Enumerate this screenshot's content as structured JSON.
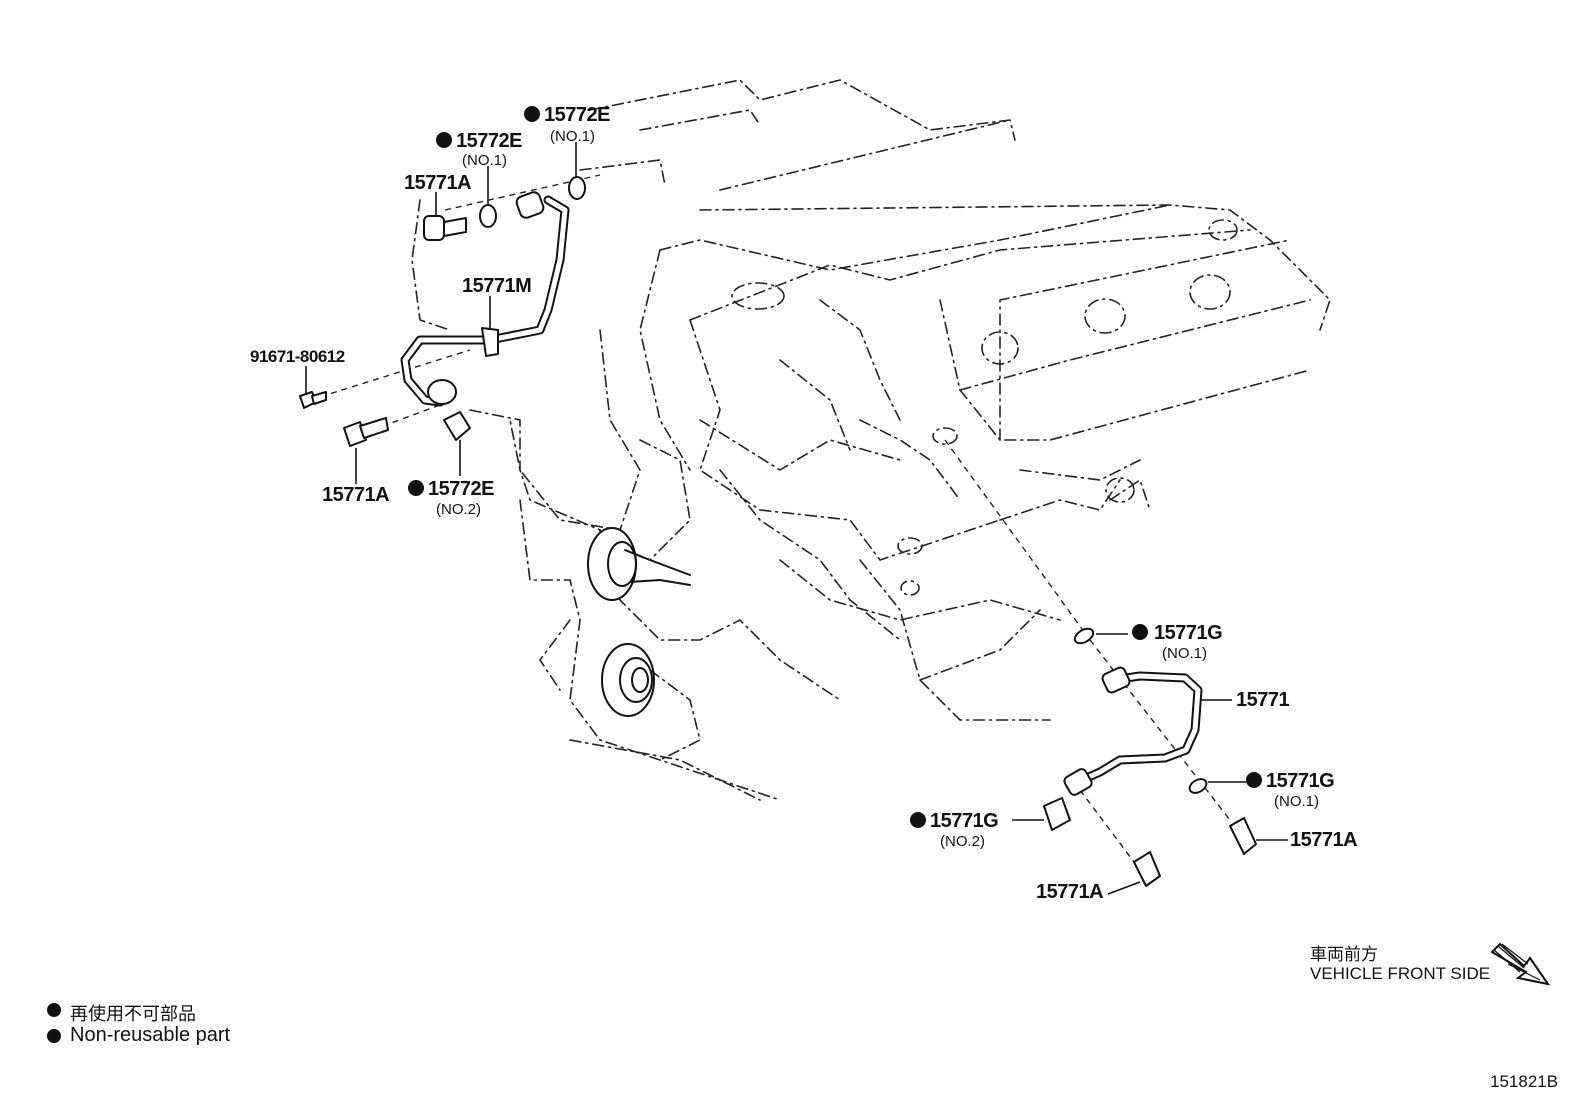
{
  "callouts": {
    "c1": {
      "part": "15772E",
      "sub": "(NO.1)"
    },
    "c2": {
      "part": "15772E",
      "sub": "(NO.1)"
    },
    "c3": {
      "part": "15771A"
    },
    "c4": {
      "part": "15771M"
    },
    "c5": {
      "part": "91671-80612"
    },
    "c6": {
      "part": "15771A"
    },
    "c7": {
      "part": "15772E",
      "sub": "(NO.2)"
    },
    "c8": {
      "part": "15771G",
      "sub": "(NO.1)"
    },
    "c9": {
      "part": "15771"
    },
    "c10": {
      "part": "15771G",
      "sub": "(NO.1)"
    },
    "c11": {
      "part": "15771G",
      "sub": "(NO.2)"
    },
    "c12": {
      "part": "15771A"
    },
    "c13": {
      "part": "15771A"
    }
  },
  "direction": {
    "jp": "車両前方",
    "en": "VEHICLE FRONT SIDE"
  },
  "legend": {
    "jp": "再使用不可部品",
    "en": "Non-reusable part"
  },
  "figure_id": "151821B",
  "colors": {
    "ink": "#111111",
    "background": "#ffffff"
  }
}
